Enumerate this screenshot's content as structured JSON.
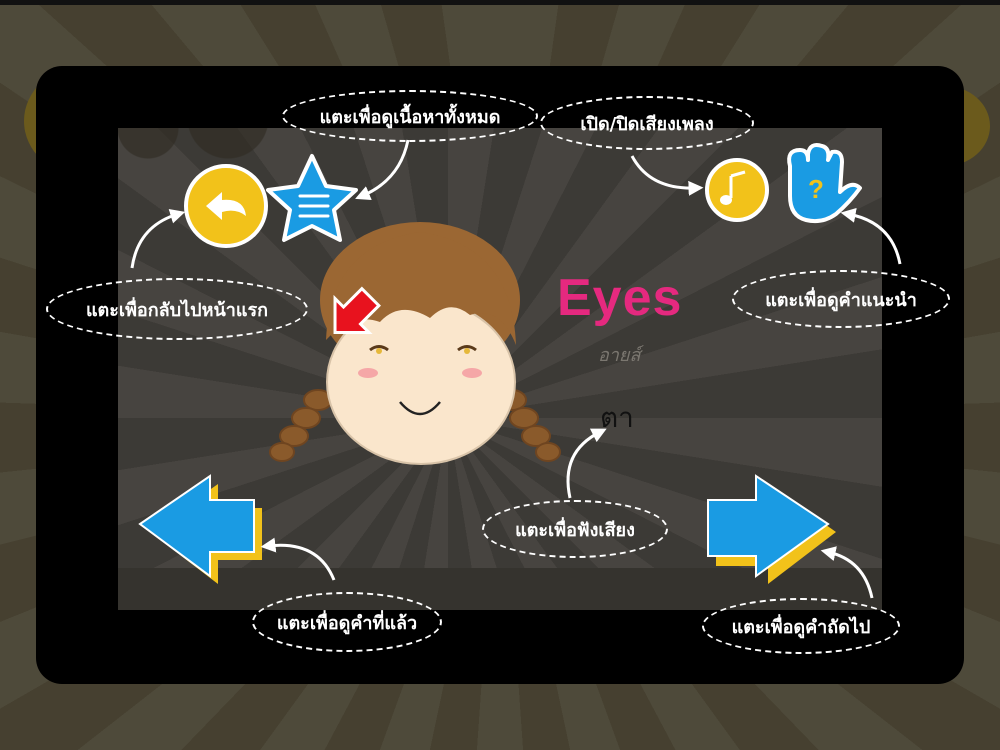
{
  "word": {
    "english": "Eyes",
    "pronunciation": "อายส์",
    "thai": "ตา"
  },
  "callouts": {
    "view_all_contents": "แตะเพื่อดูเนื้อหาทั้งหมด",
    "toggle_music": "เปิด/ปิดเสียงเพลง",
    "back_to_home": "แตะเพื่อกลับไปหน้าแรก",
    "view_instructions": "แตะเพื่อดูคำแนะนำ",
    "listen_sound": "แตะเพื่อฟังเสียง",
    "previous_word": "แตะเพื่อดูคำที่แล้ว",
    "next_word": "แตะเพื่อดูคำถัดไป"
  },
  "icons": {
    "back": "back-arrow-icon",
    "menu": "star-list-icon",
    "music": "music-note-icon",
    "help": "help-hand-icon",
    "prev": "left-arrow-icon",
    "next": "right-arrow-icon",
    "pointer": "red-pointer-arrow-icon"
  },
  "colors": {
    "accent_word": "#e5297f",
    "gold_button": "#f2c21a",
    "blue_button": "#1a9be3"
  }
}
